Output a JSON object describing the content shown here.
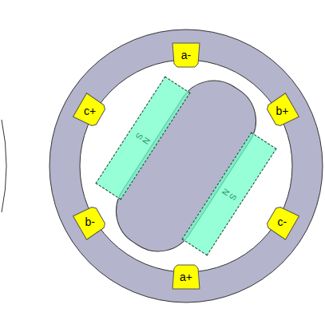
{
  "diagram": {
    "nodes": [
      {
        "text": [
          "a-"
        ]
      },
      {
        "text": [
          "c+"
        ]
      },
      {
        "text": [
          "b+"
        ]
      },
      {
        "text": [
          "S",
          "N"
        ]
      },
      {
        "text": [
          "S",
          "N"
        ]
      },
      {
        "text": [
          "b-"
        ]
      },
      {
        "text": [
          "c-"
        ]
      },
      {
        "text": [
          "a+"
        ]
      }
    ]
  }
}
